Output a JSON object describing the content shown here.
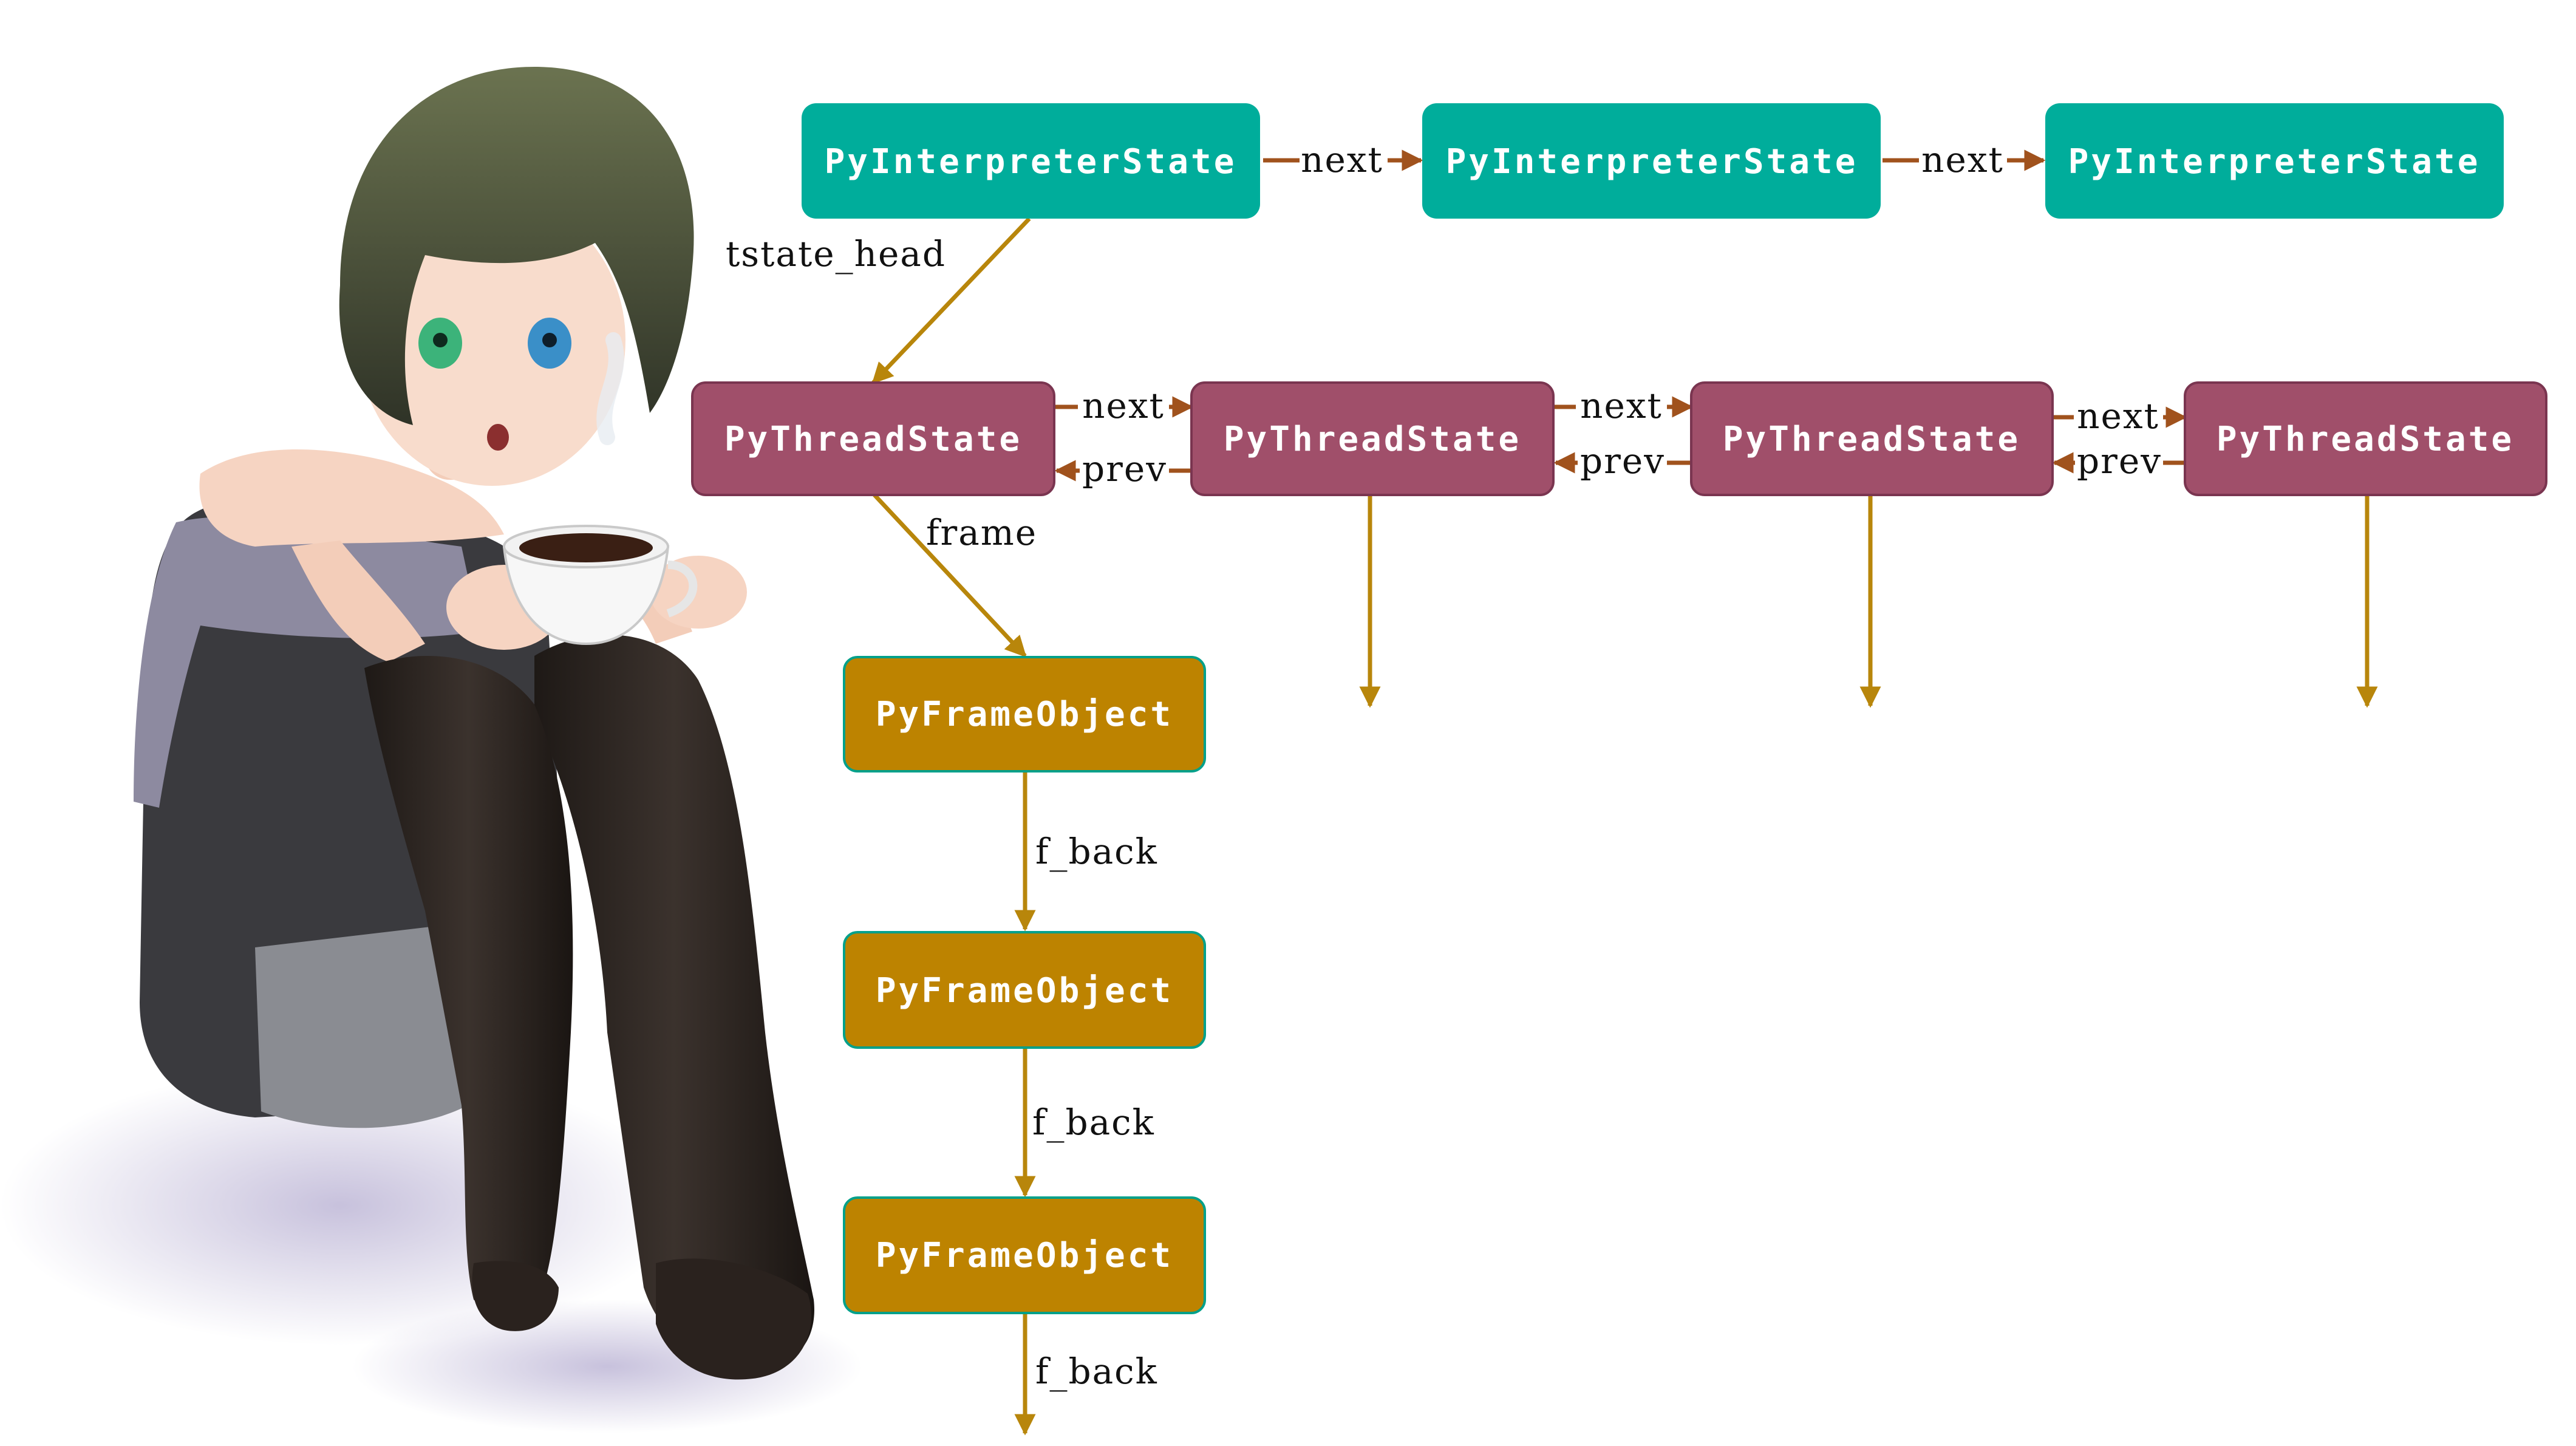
{
  "colors": {
    "interpreter_fill": "#00ad9b",
    "thread_fill": "#a04f6a",
    "frame_fill": "#bd8300",
    "link_arrow": "#a0521d",
    "frame_arrow": "#b8860b",
    "background": "#ffffff"
  },
  "interpreters": {
    "node1": "PyInterpreterState",
    "node2": "PyInterpreterState",
    "node3": "PyInterpreterState",
    "next1": "next",
    "next2": "next"
  },
  "links": {
    "tstate_head": "tstate_head",
    "frame": "frame"
  },
  "threads": {
    "node1": "PyThreadState",
    "node2": "PyThreadState",
    "node3": "PyThreadState",
    "node4": "PyThreadState",
    "next1": "next",
    "prev1": "prev",
    "next2": "next",
    "prev2": "prev",
    "next3": "next",
    "prev3": "prev"
  },
  "frames": {
    "node1": "PyFrameObject",
    "node2": "PyFrameObject",
    "node3": "PyFrameObject",
    "back1": "f_back",
    "back2": "f_back",
    "back3": "f_back"
  },
  "illustration": {
    "icon": "anime-girl-holding-teacup-illustration"
  }
}
